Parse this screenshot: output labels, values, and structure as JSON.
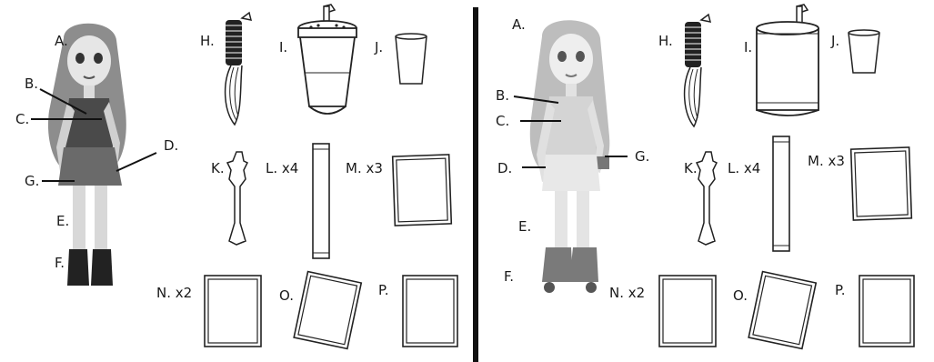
{
  "divider_color": "#111111",
  "left_panel": {
    "doll_icon": "doll-figure-icon",
    "doll_labels": [
      "A.",
      "B.",
      "C.",
      "D.",
      "E.",
      "F.",
      "G."
    ],
    "accessories": {
      "H": "H.",
      "I": "I.",
      "J": "J.",
      "K": "K.",
      "L": "L. x4",
      "M": "M. x3",
      "N": "N. x2",
      "O": "O.",
      "P": "P."
    },
    "icons": {
      "H": "brush-icon",
      "I": "tumbler-cup-icon",
      "J": "cup-icon",
      "K": "spoon-icon",
      "L": "packet-stick-icon",
      "M": "bag-icon",
      "N": "bag-icon",
      "O": "bag-icon",
      "P": "bag-icon"
    }
  },
  "right_panel": {
    "doll_icon": "doll-figure-icon",
    "doll_labels": [
      "A.",
      "B.",
      "C.",
      "D.",
      "E.",
      "F.",
      "G."
    ],
    "accessories": {
      "H": "H.",
      "I": "I.",
      "J": "J.",
      "K": "K.",
      "L": "L. x4",
      "M": "M. x3",
      "N": "N. x2",
      "O": "O.",
      "P": "P."
    },
    "icons": {
      "H": "brush-icon",
      "I": "can-cup-icon",
      "J": "cup-icon",
      "K": "spoon-icon",
      "L": "packet-stick-icon",
      "M": "bag-icon",
      "N": "bag-icon",
      "O": "bag-icon",
      "P": "bag-icon"
    }
  }
}
